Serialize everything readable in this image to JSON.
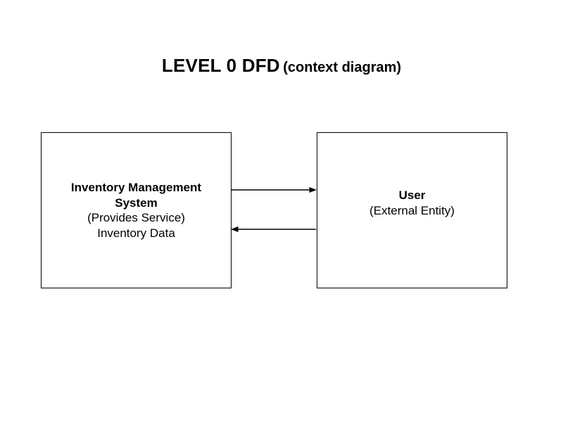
{
  "title": {
    "main": "LEVEL 0 DFD",
    "sub": "(context diagram)"
  },
  "process_box": {
    "name": "Inventory Management System",
    "role": "(Provides Service)",
    "detail": "Inventory Data"
  },
  "entity_box": {
    "name": "User",
    "role": "(External Entity)"
  },
  "arrows": [
    {
      "from": "Inventory Management System",
      "to": "User",
      "direction": "right"
    },
    {
      "from": "User",
      "to": "Inventory Management System",
      "direction": "left"
    }
  ],
  "colors": {
    "background": "#ffffff",
    "line": "#000000",
    "text": "#000000"
  }
}
